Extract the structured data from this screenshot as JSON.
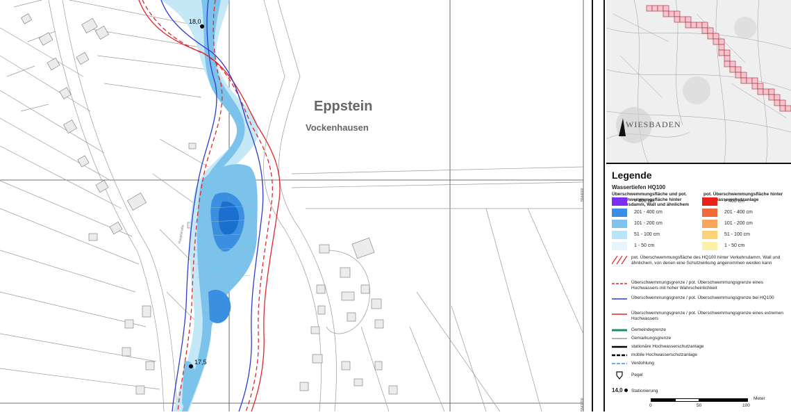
{
  "map": {
    "place_title": "Eppstein",
    "place_subtitle": "Vockenhausen",
    "station_labels": [
      "18,0",
      "17,5"
    ],
    "grid_labels": [
      "5544000",
      "5543700"
    ],
    "street_label": "Hauptstraße",
    "colors": {
      "water_light": "#c4e8f6",
      "water_mid": "#7cc3ec",
      "water_deep": "#3b8fe0",
      "water_deepest": "#1a6fcf",
      "boundary_red": "#e2242a",
      "boundary_blue": "#2b3bcf"
    }
  },
  "legend": {
    "title": "Legende",
    "subtitle": "Wassertiefen HQ100",
    "col_left_head": "Überschwemmungsfläche und pot. Überschwemmungsfläche hinter Verkehrsdamm, Wall und ähnlichem",
    "col_right_head": "pot. Überschwemmungsfläche hinter Hochwasserschutzanlage",
    "depth_ranges": [
      "> 400 cm",
      "201 - 400 cm",
      "101 - 200 cm",
      "51 - 100 cm",
      "1 - 50 cm"
    ],
    "colors_left": [
      "#7b2ff2",
      "#3a8ee6",
      "#7fc3ee",
      "#b9e3f6",
      "#e4f6fb"
    ],
    "colors_right": [
      "#e8221b",
      "#f06a3c",
      "#f6a55a",
      "#f9d27a",
      "#fbf2a8"
    ],
    "hatch_text": "pot. Überschwemmungsfläche des HQ100 hinter Verkehrsdamm, Wall und ähnlichem, von denen eine Schutzwirkung angenommen werden kann",
    "line_items": [
      {
        "text": "Überschwemmungsgrenze / pot. Überschwemmungsgrenze eines Hochwassers mit hoher Wahrscheinlichkeit",
        "color": "#e2242a",
        "style": "dashed"
      },
      {
        "text": "Überschwemmungsgrenze / pot. Überschwemmungsgrenze bei HQ100",
        "color": "#2b3bcf",
        "style": "solid"
      },
      {
        "text": "Überschwemmungsgrenze / pot. Überschwemmungsgrenze eines extremen Hochwassers",
        "color": "#e2242a",
        "style": "solid"
      }
    ],
    "boundary_items": [
      {
        "text": "Gemeindegrenze",
        "color": "#1a8c6a",
        "style": "thick"
      },
      {
        "text": "Gemarkungsgrenze",
        "color": "#333333",
        "style": "thin"
      },
      {
        "text": "stationäre Hochwasserschutzanlage",
        "color": "#000000",
        "style": "bold"
      },
      {
        "text": "mobile Hochwasserschutzanlage",
        "color": "#000000",
        "style": "bolddash"
      },
      {
        "text": "Verdohlung",
        "color": "#3a8ee6",
        "style": "dash"
      }
    ],
    "pegel_text": "Pegel",
    "station_sample": "14,0",
    "station_text": "Stationierung",
    "scale_labels": [
      "0",
      "50",
      "100"
    ],
    "scale_unit": "Meter"
  },
  "overview": {
    "city_label": "WIESBADEN",
    "tile_count": 44
  }
}
